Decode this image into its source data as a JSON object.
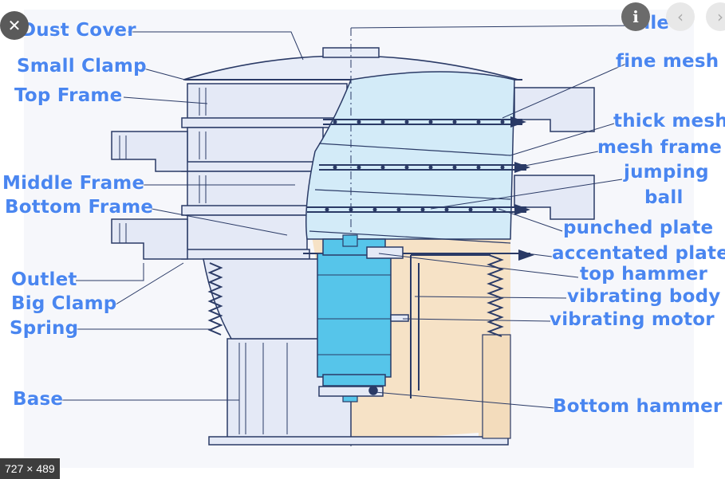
{
  "labels": {
    "dust_cover": "Dust Cover",
    "small_clamp": "Small Clamp",
    "top_frame": "Top Frame",
    "middle_frame": "Middle Frame",
    "bottom_frame": "Bottom Frame",
    "outlet": "Outlet",
    "big_clamp": "Big Clamp",
    "spring": "Spring",
    "base": "Base",
    "inlet": "Inlet",
    "fine_mesh": "fine mesh",
    "thick_mesh": "thick mesh",
    "mesh_frame": "mesh frame",
    "jumping": "jumping",
    "ball": "ball",
    "punched_plate": "punched plate",
    "accentated_plate": "accentated plate",
    "top_hammer": "top hammer",
    "vibrating_body": "vibrating body",
    "vibrating_motor": "vibrating motor",
    "bottom_hammer": "Bottom hammer"
  },
  "viewer": {
    "close_icon": "close-icon",
    "info_icon": "info-icon",
    "prev_icon": "chevron-left-icon",
    "next_icon": "chevron-right-icon",
    "dimensions": "727 × 489"
  },
  "colors": {
    "label": "#4a86f0",
    "line": "#2a3a66",
    "frame": "#dfe6f5",
    "cutaway": "#cfe9f8",
    "body": "#f5e3c8",
    "motor": "#55c6ea"
  }
}
